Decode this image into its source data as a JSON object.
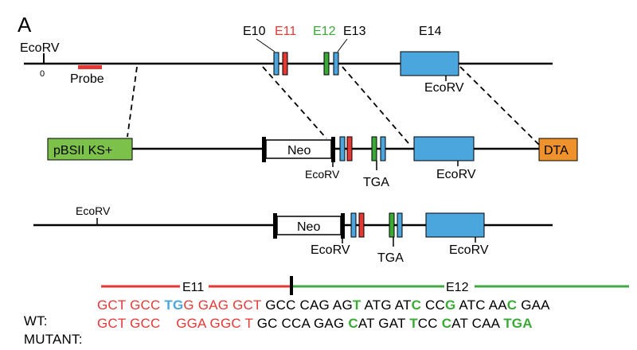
{
  "panel_label": "A",
  "colors": {
    "exon_blue": "#4aa6dc",
    "exon_red": "#e53935",
    "exon_green": "#3aa935",
    "vector_green": "#7cc24a",
    "dta_orange": "#f0922b",
    "e11_line": "#e53935",
    "e12_line": "#43a843",
    "seq_red": "#e53935",
    "seq_blue": "#4aa6dc",
    "seq_green": "#3aa935"
  },
  "wt_locus": {
    "ecorv_top_label": "EcoRV",
    "zero_label": "0",
    "probe_label": "Probe",
    "exon_labels": [
      {
        "text": "E10",
        "color": "black"
      },
      {
        "text": "E11",
        "color": "red"
      },
      {
        "text": "E12",
        "color": "green"
      },
      {
        "text": "E13",
        "color": "black"
      },
      {
        "text": "E14",
        "color": "black"
      }
    ],
    "ecorv_e14_label": "EcoRV"
  },
  "targeting_vector": {
    "vector_label": "pBSII KS+",
    "neo_label": "Neo",
    "ecorv_neo_label": "EcoRV",
    "tga_label": "TGA",
    "ecorv_e14_label": "EcoRV",
    "dta_label": "DTA"
  },
  "mutant_locus": {
    "ecorv_left_label": "EcoRV",
    "neo_label": "Neo",
    "ecorv_neo_label": "EcoRV",
    "tga_label": "TGA",
    "ecorv_e14_label": "EcoRV"
  },
  "sequence": {
    "e11_label": "E11",
    "e12_label": "E12",
    "wt_label": "WT:",
    "mutant_label": "MUTANT:",
    "wt_segments": [
      {
        "text": "GCT GCC ",
        "color": "red"
      },
      {
        "text": "TG",
        "color": "blue"
      },
      {
        "text": "G GAG GCT ",
        "color": "red"
      },
      {
        "text": "GCC CAG AG",
        "color": "black"
      },
      {
        "text": "T",
        "color": "green"
      },
      {
        "text": " ATG AT",
        "color": "black"
      },
      {
        "text": "C",
        "color": "green"
      },
      {
        "text": " CC",
        "color": "black"
      },
      {
        "text": "G",
        "color": "green"
      },
      {
        "text": " ATC AA",
        "color": "black"
      },
      {
        "text": "C",
        "color": "green"
      },
      {
        "text": " GAA",
        "color": "black"
      }
    ],
    "mutant_segments": [
      {
        "text": "GCT GCC ",
        "color": "red"
      },
      {
        "text": "   ",
        "color": "red"
      },
      {
        "text": "GGA GGC T",
        "color": "red"
      },
      {
        "text": " GC CCA GAG ",
        "color": "black"
      },
      {
        "text": "C",
        "color": "green"
      },
      {
        "text": "AT GAT ",
        "color": "black"
      },
      {
        "text": "T",
        "color": "green"
      },
      {
        "text": "CC ",
        "color": "black"
      },
      {
        "text": "C",
        "color": "green"
      },
      {
        "text": "AT CAA ",
        "color": "black"
      },
      {
        "text": "TGA",
        "color": "green"
      }
    ]
  }
}
